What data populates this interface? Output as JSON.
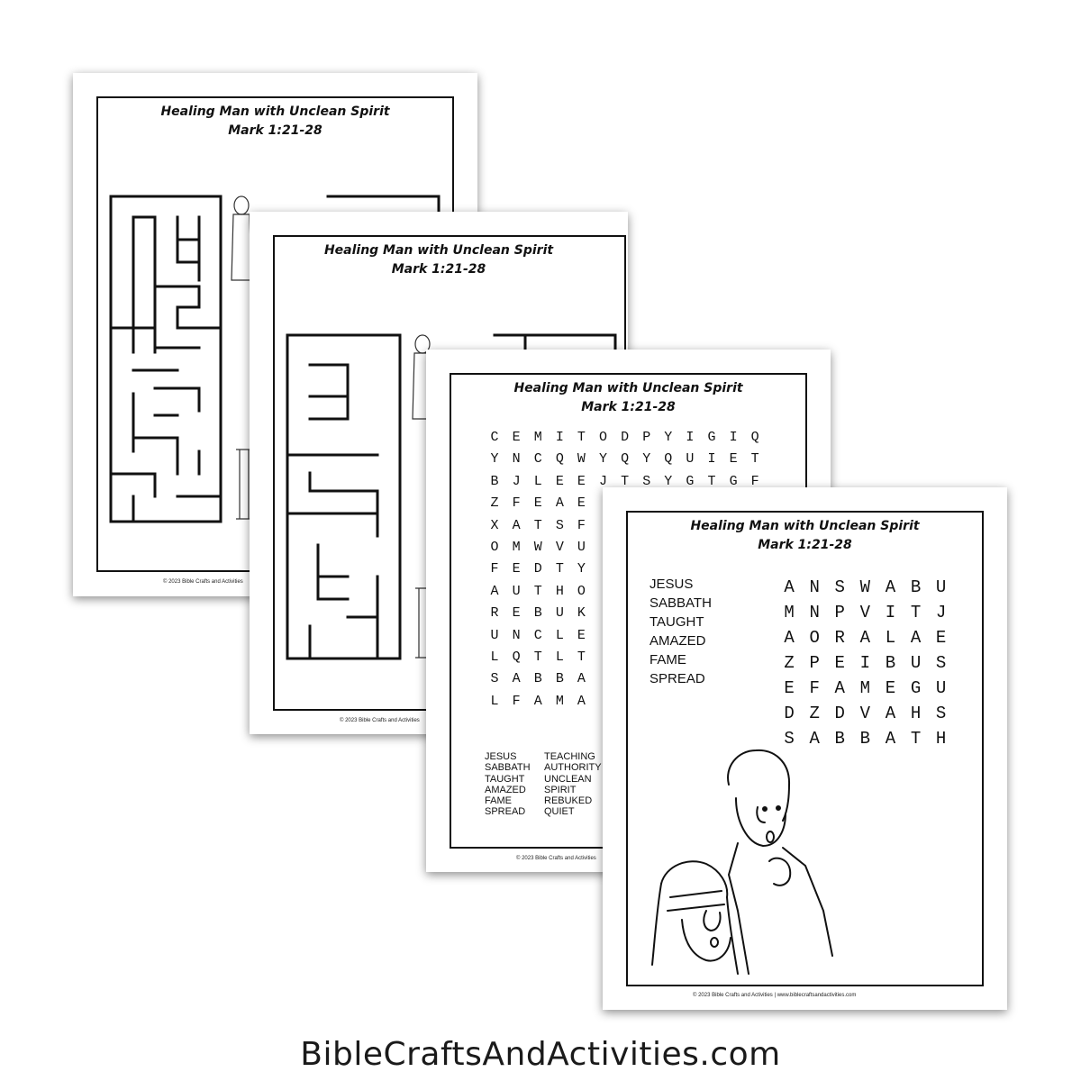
{
  "worksheets": [
    {
      "title": "Healing Man with Unclean Spirit",
      "reference": "Mark 1:21-28",
      "footer": "© 2023 Bible Crafts and Activities"
    },
    {
      "title": "Healing Man with Unclean Spirit",
      "reference": "Mark 1:21-28",
      "footer": "© 2023 Bible Crafts and Activities"
    },
    {
      "title": "Healing Man with Unclean Spirit",
      "reference": "Mark 1:21-28",
      "footer": "© 2023 Bible Crafts and Activities"
    },
    {
      "title": "Healing Man with Unclean Spirit",
      "reference": "Mark 1:21-28",
      "footer": "© 2023 Bible Crafts and Activities | www.biblecraftsandactivities.com"
    }
  ],
  "wordsearch_large": {
    "rows": [
      "CEMITODPYIGIQ",
      "YNCQWYQYQUIET",
      "BJLEEJTSYGTGF",
      "ZFEAE",
      "XATSF",
      "OMWVU",
      "FEDTY",
      "AUTHO",
      "REBUK",
      "UNCLE",
      "LQTLT",
      "SABBA",
      "LFAMA"
    ],
    "words_col1": [
      "JESUS",
      "SABBATH",
      "TAUGHT",
      "AMAZED",
      "FAME",
      "SPREAD"
    ],
    "words_col2": [
      "TEACHING",
      "AUTHORITY",
      "UNCLEAN",
      "SPIRIT",
      "REBUKED",
      "QUIET"
    ]
  },
  "wordsearch_small": {
    "rows": [
      "ANSWABU",
      "MNPVITJ",
      "AORALAE",
      "ZPEIBUS",
      "EFAMEGU",
      "DZDVAHS",
      "SABBATH"
    ],
    "words": [
      "JESUS",
      "SABBATH",
      "TAUGHT",
      "AMAZED",
      "FAME",
      "SPREAD"
    ]
  },
  "site_caption": "BibleCraftsAndActivities.com"
}
